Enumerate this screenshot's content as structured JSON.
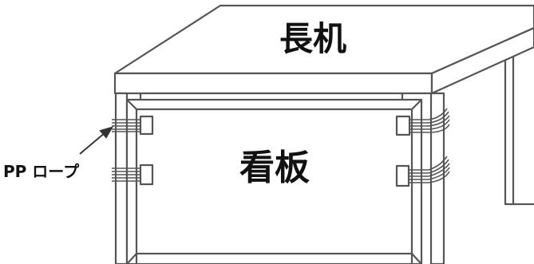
{
  "labels": {
    "desk": "長机",
    "sign": "看板",
    "rope": "PP ロープ"
  },
  "colors": {
    "line": "#555555",
    "text": "#111111",
    "background": "#ffffff"
  }
}
